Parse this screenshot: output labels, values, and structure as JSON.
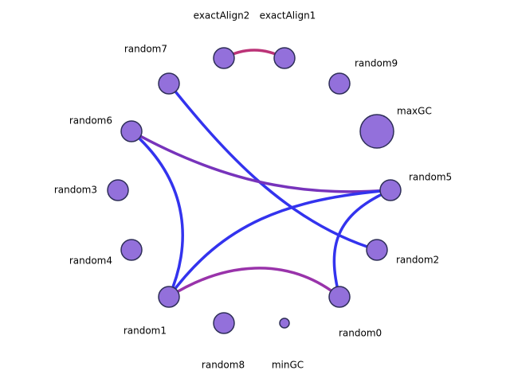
{
  "colors": {
    "node_fill": "#9370DB",
    "node_stroke": "#2E2E58",
    "edge_blue": "#3333EE",
    "edge_purple": "#7733BB",
    "edge_violet": "#9933AA",
    "edge_magenta": "#BB3377"
  },
  "nodes": [
    {
      "id": "exactAlign2",
      "label": "exactAlign2",
      "size": "medium"
    },
    {
      "id": "exactAlign1",
      "label": "exactAlign1",
      "size": "medium"
    },
    {
      "id": "random9",
      "label": "random9",
      "size": "medium"
    },
    {
      "id": "maxGC",
      "label": "maxGC",
      "size": "large"
    },
    {
      "id": "random5",
      "label": "random5",
      "size": "medium"
    },
    {
      "id": "random2",
      "label": "random2",
      "size": "medium"
    },
    {
      "id": "random0",
      "label": "random0",
      "size": "medium"
    },
    {
      "id": "minGC",
      "label": "minGC",
      "size": "small"
    },
    {
      "id": "random8",
      "label": "random8",
      "size": "medium"
    },
    {
      "id": "random1",
      "label": "random1",
      "size": "medium"
    },
    {
      "id": "random4",
      "label": "random4",
      "size": "medium"
    },
    {
      "id": "random3",
      "label": "random3",
      "size": "medium"
    },
    {
      "id": "random6",
      "label": "random6",
      "size": "medium"
    },
    {
      "id": "random7",
      "label": "random7",
      "size": "medium"
    }
  ],
  "edges": [
    {
      "source": "exactAlign2",
      "target": "exactAlign1",
      "color": "edge_magenta"
    },
    {
      "source": "random7",
      "target": "random2",
      "color": "edge_blue"
    },
    {
      "source": "random6",
      "target": "random5",
      "color": "edge_purple"
    },
    {
      "source": "random6",
      "target": "random1",
      "color": "edge_blue"
    },
    {
      "source": "random1",
      "target": "random5",
      "color": "edge_blue"
    },
    {
      "source": "random5",
      "target": "random0",
      "color": "edge_blue"
    },
    {
      "source": "random1",
      "target": "random0",
      "color": "edge_violet"
    }
  ]
}
